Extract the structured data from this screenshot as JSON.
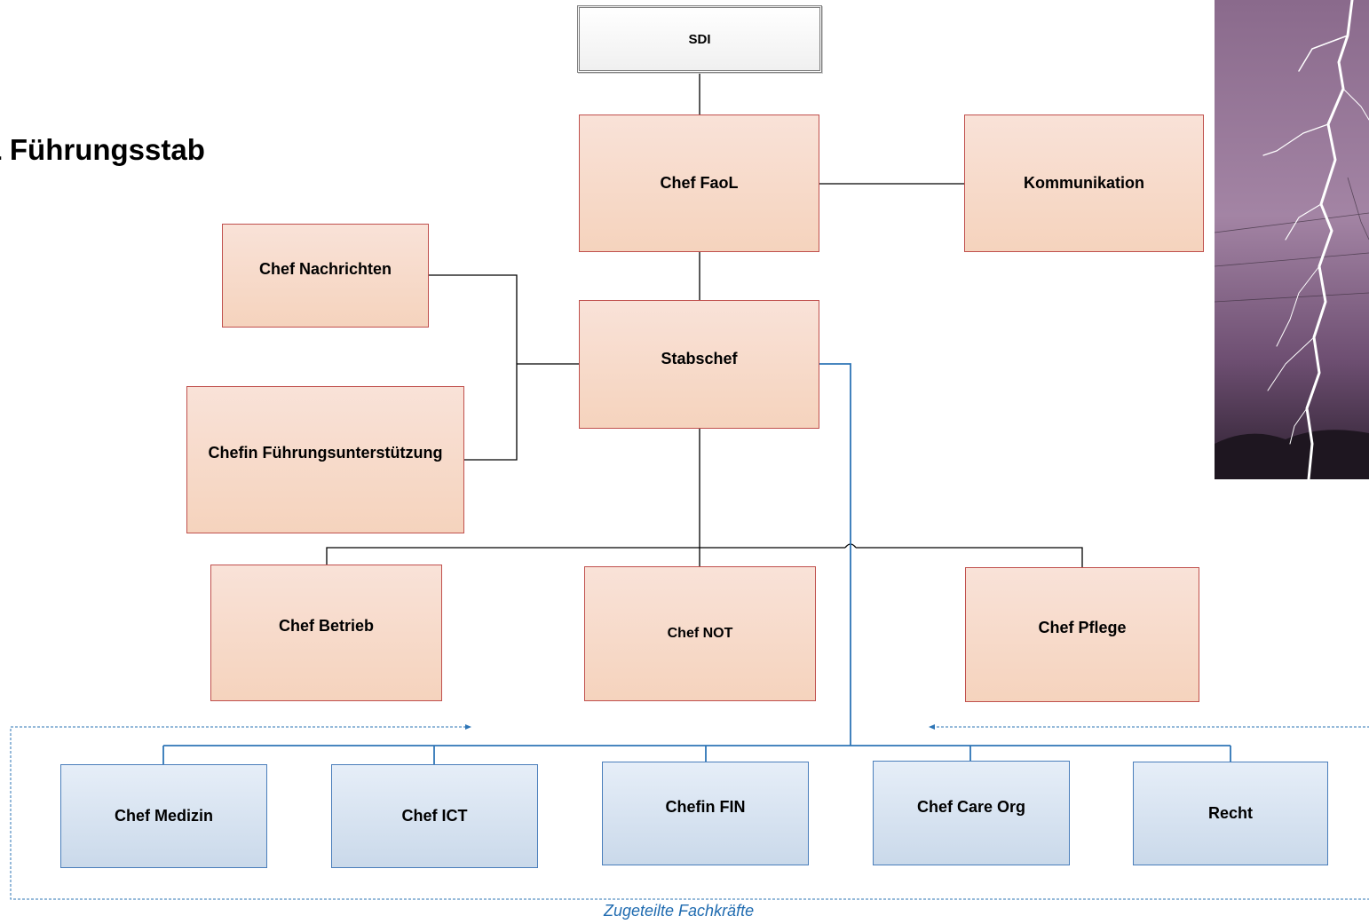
{
  "title": "oL Führungsstab",
  "caption": "Zugeteilte Fachkräfte",
  "image": {
    "subject": "lightning-photo"
  },
  "colors": {
    "red_border": "#c0504d",
    "red_fill": "#f7dccb",
    "blue_border": "#4a7ebb",
    "blue_fill": "#d6e3f1",
    "connector": "#000000",
    "blue_connector": "#2e75b6"
  },
  "nodes": {
    "sdi": "SDI",
    "chef_faol": "Chef FaoL",
    "kommunikation": "Kommunikation",
    "chef_nachrichten": "Chef Nachrichten",
    "stabschef": "Stabschef",
    "chefin_fu": "Chefin Führungsunterstützung",
    "chef_betrieb": "Chef Betrieb",
    "chef_not": "Chef NOT",
    "chef_pflege": "Chef Pflege",
    "chef_medizin": "Chef Medizin",
    "chef_ict": "Chef ICT",
    "chefin_fin": "Chefin FIN",
    "chef_care_org": "Chef Care Org",
    "recht": "Recht"
  }
}
